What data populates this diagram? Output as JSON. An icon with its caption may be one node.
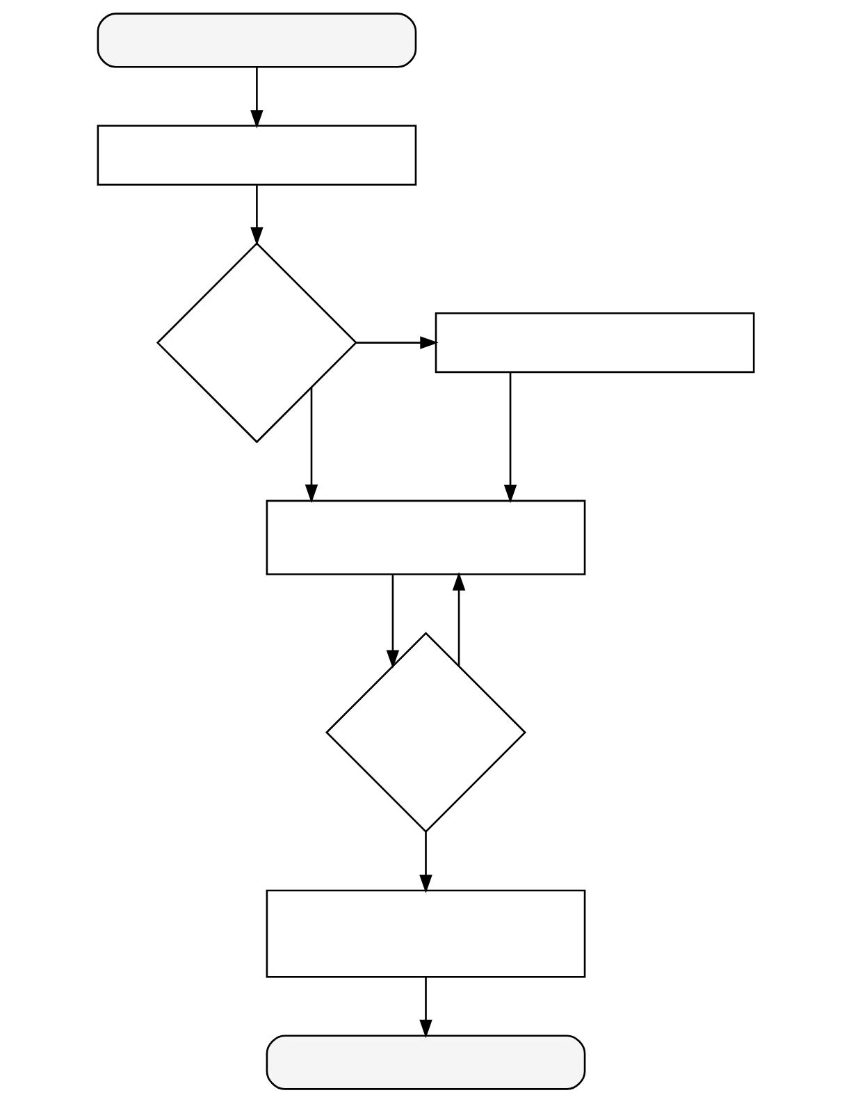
{
  "diagram": {
    "nodes": [
      {
        "text": [],
        "shape": "pill"
      },
      {
        "text": [],
        "shape": "box"
      },
      {
        "text": [],
        "shape": "diamond"
      },
      {
        "text": [],
        "shape": "box"
      },
      {
        "text": [],
        "shape": "box"
      },
      {
        "text": [],
        "shape": "diamond"
      },
      {
        "text": [],
        "shape": "box"
      },
      {
        "text": [],
        "shape": "pill"
      }
    ],
    "edges": [
      {
        "from": 0,
        "to": 1,
        "arrow": "to"
      },
      {
        "from": 1,
        "to": 2,
        "arrow": "to"
      },
      {
        "from": 2,
        "to": 3,
        "arrow": "to"
      },
      {
        "from": 2,
        "to": 4,
        "arrow": "to"
      },
      {
        "from": 3,
        "to": 4,
        "arrow": "to"
      },
      {
        "from": 4,
        "to": 5,
        "arrow": "to"
      },
      {
        "from": 5,
        "to": 4,
        "arrow": "to"
      },
      {
        "from": 5,
        "to": 6,
        "arrow": "to"
      },
      {
        "from": 6,
        "to": 7,
        "arrow": "to"
      }
    ]
  }
}
